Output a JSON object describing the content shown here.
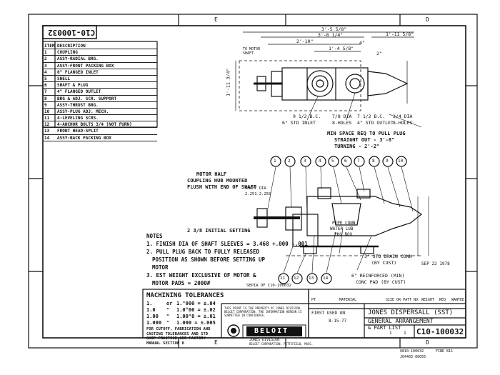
{
  "drawing": {
    "number": "C10-100032",
    "corner_number": "C10-100032",
    "title_line1": "JONES DISPERSALL (SST)",
    "title_line2": "GENERAL ARRANGEMENT",
    "title_line3": "& PART LIST",
    "date": "8-15-77",
    "scale": "1",
    "sheet_no": "1",
    "find_no": "FIND 811",
    "stamp": "SEP 22 1978",
    "sepia": "SEPIA OF C10-100032",
    "bottom_codes": [
      "0810-100032",
      "J04403-00055"
    ]
  },
  "parts_list": {
    "header_item": "ITEM",
    "header_desc": "DESCRIPTION",
    "rows": [
      {
        "no": "1",
        "desc": "COUPLING"
      },
      {
        "no": "2",
        "desc": "ASSY-RADIAL BRG."
      },
      {
        "no": "3",
        "desc": "ASSY-FRONT PACKING BOX"
      },
      {
        "no": "4",
        "desc": "6\" FLANGED INLET"
      },
      {
        "no": "5",
        "desc": "SHELL"
      },
      {
        "no": "6",
        "desc": "SHAFT & PLUG"
      },
      {
        "no": "7",
        "desc": "4\" FLANGED OUTLET"
      },
      {
        "no": "8",
        "desc": "BRG & ADJ. SCR. SUPPORT"
      },
      {
        "no": "9",
        "desc": "ASSY-THRUST BRG."
      },
      {
        "no": "10",
        "desc": "ASSY-PLUG ADJ. MECH."
      },
      {
        "no": "11",
        "desc": "4-LEVELING SCRS."
      },
      {
        "no": "12",
        "desc": "4-ANCHOR BOLTS 3/4 (NOT FURN)"
      },
      {
        "no": "13",
        "desc": "FRONT HEAD-SPLIT"
      },
      {
        "no": "14",
        "desc": "ASSY-BACK PACKING BOX"
      }
    ]
  },
  "top_view": {
    "dims": [
      "3'-5 5/8\"",
      "3'-6 1/4\"",
      "2'-10\"",
      "1'-11 5/8\"",
      "1'-11 3/4\"",
      "1'-4 5/8\"",
      "2\"",
      "4\""
    ],
    "to_motor_shaft": "TO MOTOR SHAFT",
    "bc_inlet": "9 1/2 B.C.",
    "inlet_std": "6\" STD INLET",
    "holes_inlet_dia": "7/8 DIA",
    "holes_inlet": "8-HOLES",
    "bc_outlet": "7 1/2 B.C.",
    "outlet_std": "4\" STD OUTLET",
    "holes_outlet_dia": "3/4 DIA",
    "holes_outlet": "8-HOLES",
    "min_space": "MIN SPACE REQ TO PULL PLUG",
    "straight_out": "STRAIGHT OUT - 3'-8\"",
    "turning": "TURNING - 2'-2\""
  },
  "side_view": {
    "motor_half": "MOTOR HALF",
    "coupling_hub": "COUPLING HUB MOUNTED",
    "flush_with": "FLUSH WITH END OF SHAFT",
    "shaft_dia": "SHAFT DIA",
    "shaft_size": "2.251-2.250",
    "initial_setting": "2 3/8 INITIAL SETTING",
    "pipe_conn": "PIPE CONN",
    "water_lub": "WATER LUB",
    "pkg_box": "PKG BOX",
    "drain": "3\" STD DRAIN CONN",
    "by_cust1": "(BY CUST)",
    "reinforced": "6\" REINFORCED (MIN)",
    "conc_pad": "CONC PAD (BY CUST)",
    "callouts_top": [
      "1",
      "2",
      "3",
      "4",
      "5",
      "6",
      "7",
      "8",
      "9",
      "10"
    ],
    "callouts_bottom": [
      "11",
      "12",
      "13",
      "14"
    ]
  },
  "notes": {
    "heading": "NOTES",
    "lines": [
      "1. FINISH DIA OF SHAFT SLEEVES = 3.468 +.000 -.001",
      "2. PULL PLUG BACK TO FULLY RELEASED",
      "   POSITION AS SHOWN BEFORE SETTING UP",
      "   MOTOR",
      "3. EST WEIGHT EXCLUSIVE OF MOTOR &",
      "   MOTOR PADS = 2000#"
    ]
  },
  "tolerances": {
    "title": "MACHINING TOLERANCES",
    "rows": [
      [
        "1.",
        "or",
        "1.°000 = ±.04"
      ],
      [
        "1.0",
        "\"",
        "1.0°00 = ±.02"
      ],
      [
        "1.00",
        "\"",
        "1.00°0 = ±.01"
      ],
      [
        "1.000",
        "\"",
        "1.000 = ±.005"
      ]
    ],
    "footer1": "FOR CUTOFF, FABRICATION AND",
    "footer2": "CASTING TOLERANCES AND STD",
    "footer3": "SHOP PRACTICE SEE FACTORY",
    "footer4": "MANUAL SECTION 8"
  },
  "title_block": {
    "headers": [
      "PT",
      "MATERIAL",
      "SIZE OR PATT NO.",
      "WEIGHT",
      "REQ",
      "WANTED"
    ],
    "first_used": "FIRST USED ON",
    "property": "THIS PRINT IS THE PROPERTY OF JONES DIVISION, BELOIT CORPORATION. THE INFORMATION HEREON IS SUBMITTED IN CONFIDENCE.",
    "company": "BELOIT",
    "division": "JONES DIVISION",
    "division_sub": "BELOIT CORPORATION, PITTSFIELD, MASS."
  },
  "grid": {
    "top_letters": [
      "E",
      "D"
    ],
    "bottom_letters": [
      "E",
      "D"
    ]
  }
}
